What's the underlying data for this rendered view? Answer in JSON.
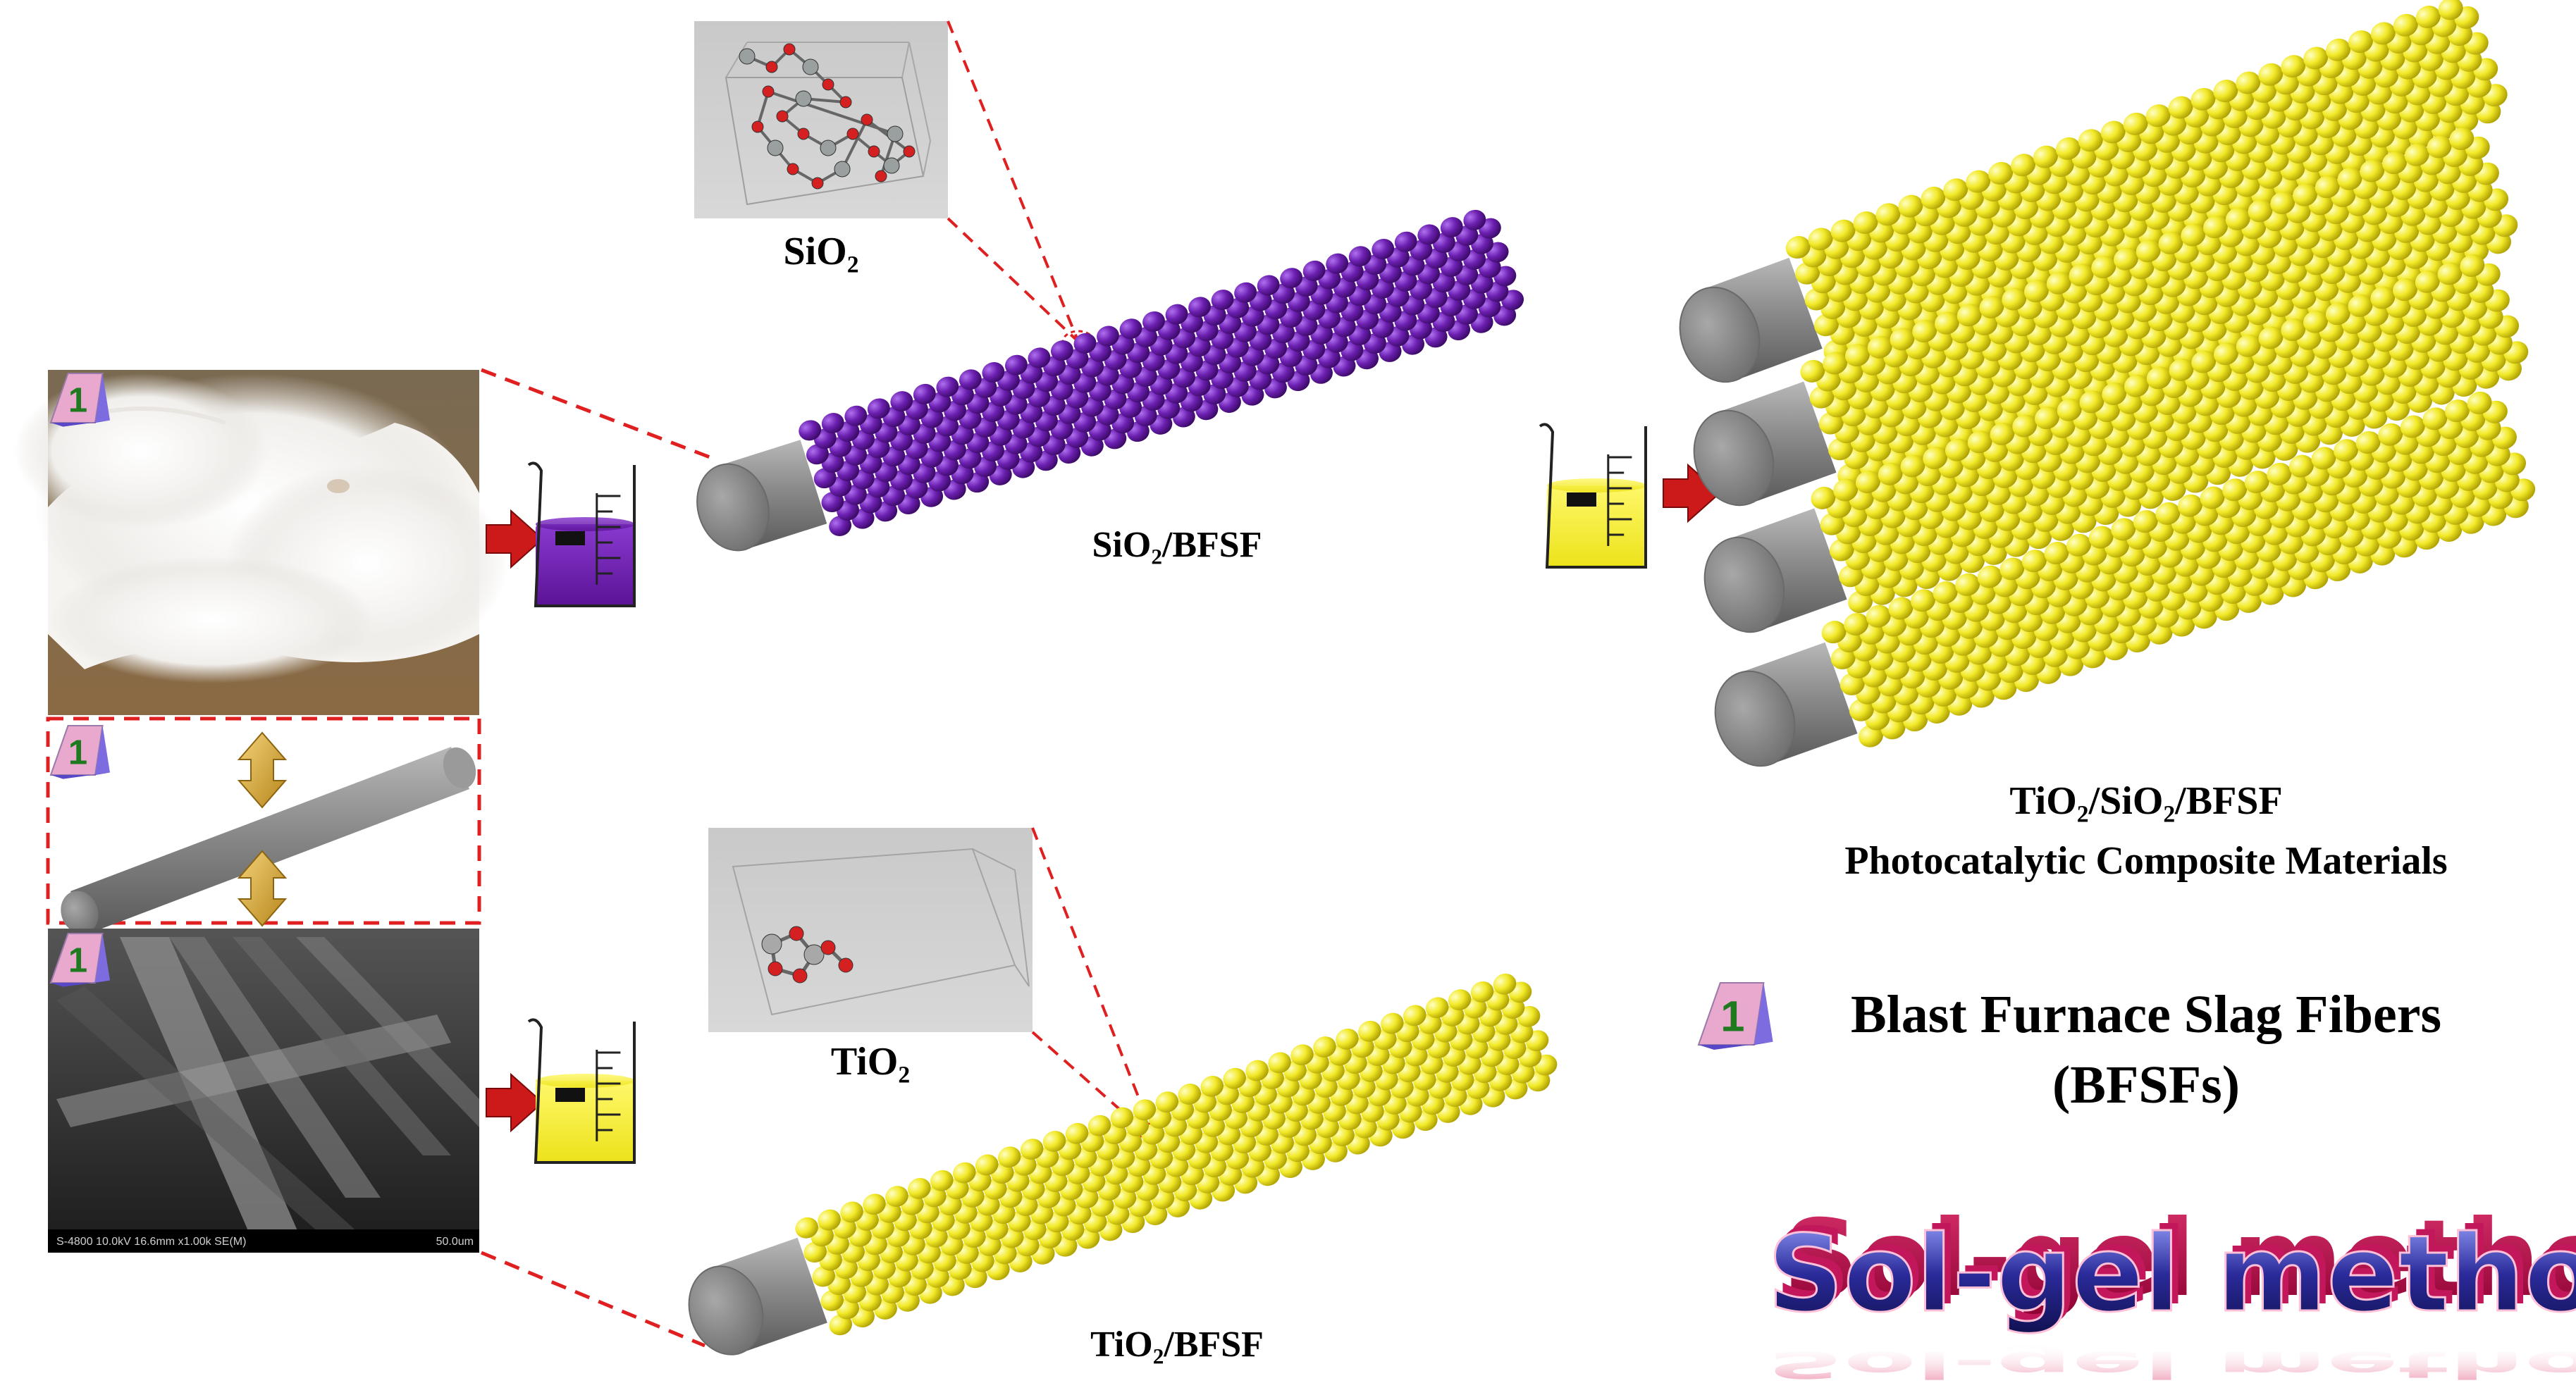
{
  "labels": {
    "sio2_molecule": "SiO₂",
    "tio2_molecule": "TiO₂",
    "sio2_bfsf": "SiO₂/BFSF",
    "tio2_bfsf": "TiO₂/BFSF",
    "composite_line1": "TiO₂/SiO₂/BFSF",
    "composite_line2": "Photocatalytic Composite Materials",
    "legend_line1": "Blast Furnace Slag Fibers",
    "legend_line2": "(BFSFs)",
    "badge_number": "1",
    "sem_caption_left": "S-4800 10.0kV 16.6mm x1.00k SE(M)",
    "sem_caption_right": "50.0um",
    "method_title": "Sol-gel method"
  },
  "colors": {
    "silica_purple": "#6b1fb0",
    "titania_yellow": "#f4ec2a",
    "fiber_gray": "#8f8f8f",
    "arrow_red": "#cc1a1a",
    "dash_red": "#e02020",
    "double_arrow_gold": "#d9a520",
    "badge_pink": "#e9a9cf",
    "badge_blue": "#7d6ce0"
  },
  "icons": [
    "beaker-purple-icon",
    "beaker-yellow-icon",
    "red-arrow-icon",
    "double-arrow-icon",
    "fiber-badge-icon"
  ]
}
